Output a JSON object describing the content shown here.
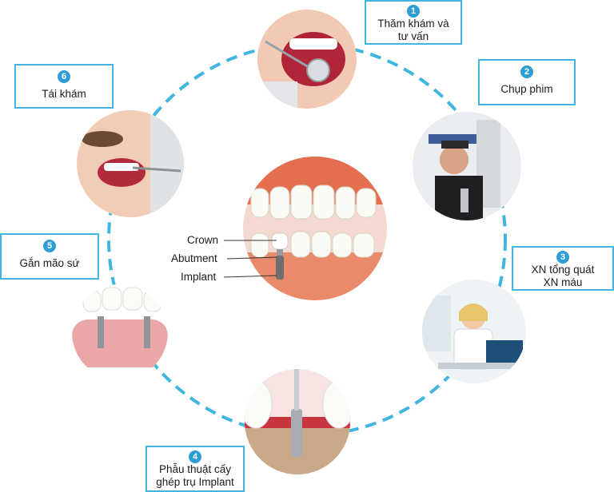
{
  "steps": [
    {
      "number": "1",
      "line1": "Thăm khám và",
      "line2": "tư vấn"
    },
    {
      "number": "2",
      "line1": "Chụp phim",
      "line2": ""
    },
    {
      "number": "3",
      "line1": "XN tổng quát",
      "line2": "XN máu"
    },
    {
      "number": "4",
      "line1": "Phẫu thuật cấy",
      "line2": "ghép trụ Implant"
    },
    {
      "number": "5",
      "line1": "Gắn mão sứ",
      "line2": ""
    },
    {
      "number": "6",
      "line1": "Tái khám",
      "line2": ""
    }
  ],
  "center": {
    "crown": "Crown",
    "abutment": "Abutment",
    "implant": "Implant"
  },
  "colors": {
    "ring": "#3fb6e0",
    "badge": "#2e9fd6",
    "gum": "#e98a6b"
  }
}
